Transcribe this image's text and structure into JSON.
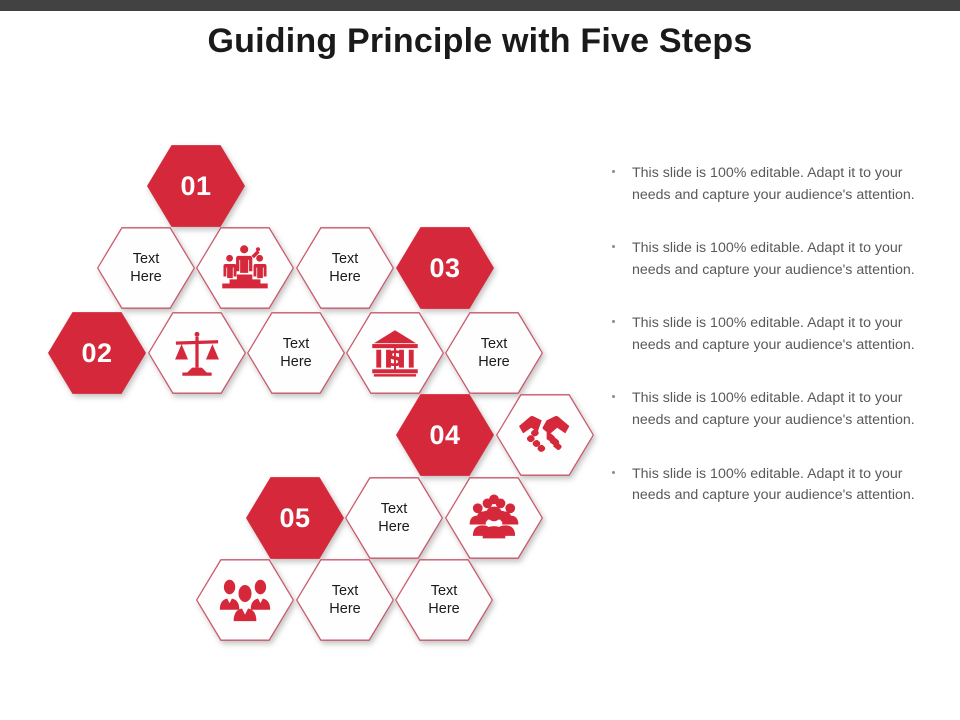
{
  "slide": {
    "title": "Guiding Principle with Five Steps",
    "accent_color": "#d6283b",
    "topbar_color": "#424242",
    "hex_outline_color": "#c9576a",
    "bullet_text_color": "#58595b"
  },
  "diagram": {
    "steps": [
      {
        "number": "01"
      },
      {
        "number": "02"
      },
      {
        "number": "03"
      },
      {
        "number": "04"
      },
      {
        "number": "05"
      }
    ],
    "text_hexes": [
      {
        "id": "text-hex-1",
        "label": "Text\nHere"
      },
      {
        "id": "text-hex-2",
        "label": "Text\nHere"
      },
      {
        "id": "text-hex-3",
        "label": "Text\nHere"
      },
      {
        "id": "text-hex-4",
        "label": "Text\nHere"
      },
      {
        "id": "text-hex-5",
        "label": "Text\nHere"
      },
      {
        "id": "text-hex-6",
        "label": "Text\nHere"
      },
      {
        "id": "text-hex-7",
        "label": "Text\nHere"
      },
      {
        "id": "text-hex-8",
        "label": "Text\nHere"
      }
    ],
    "icon_hexes": [
      {
        "id": "icon-hex-1",
        "icon": "leadership-podium-icon"
      },
      {
        "id": "icon-hex-2",
        "icon": "scales-of-justice-icon"
      },
      {
        "id": "icon-hex-3",
        "icon": "bank-dollar-icon"
      },
      {
        "id": "icon-hex-4",
        "icon": "handshake-icon"
      },
      {
        "id": "icon-hex-5",
        "icon": "crowd-group-icon"
      },
      {
        "id": "icon-hex-6",
        "icon": "business-team-icon"
      }
    ]
  },
  "bullets": [
    {
      "text": "This slide is 100% editable. Adapt it to your needs and capture your audience's attention."
    },
    {
      "text": "This slide is 100% editable. Adapt it to your needs and capture your audience's attention."
    },
    {
      "text": "This slide is 100% editable. Adapt it to your needs and capture your audience's attention."
    },
    {
      "text": "This slide is 100% editable. Adapt it to your needs and capture your audience's attention."
    },
    {
      "text": "This slide is 100% editable. Adapt it to your needs and capture your audience's attention."
    }
  ]
}
